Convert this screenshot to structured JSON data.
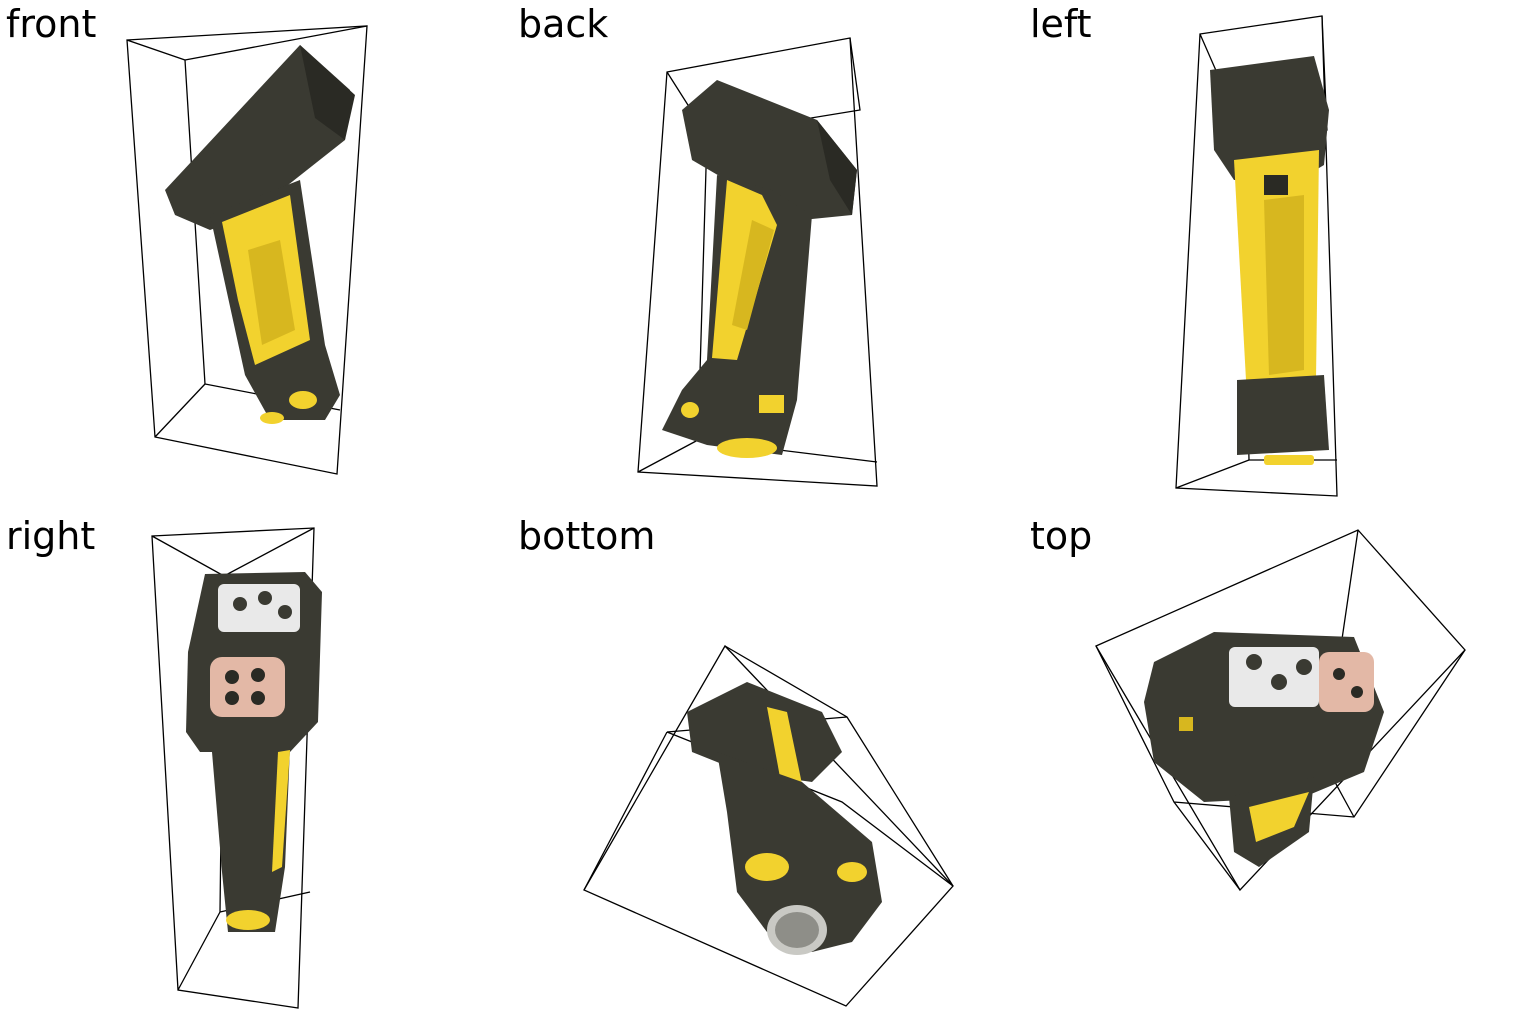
{
  "views": [
    {
      "label": "front"
    },
    {
      "label": "back"
    },
    {
      "label": "left"
    },
    {
      "label": "right"
    },
    {
      "label": "bottom"
    },
    {
      "label": "top"
    }
  ],
  "colors": {
    "housing": "#3a3a32",
    "housing_dark": "#2a2a24",
    "grip": "#f2d22e",
    "grip_shade": "#d7b71f",
    "window": "#e9e9e9",
    "lens": "#e3b8a6",
    "box_edge": "#000000",
    "background": "#ffffff"
  },
  "icons": [
    "handheld-barcode-scanner-icon",
    "bounding-box-icon"
  ]
}
